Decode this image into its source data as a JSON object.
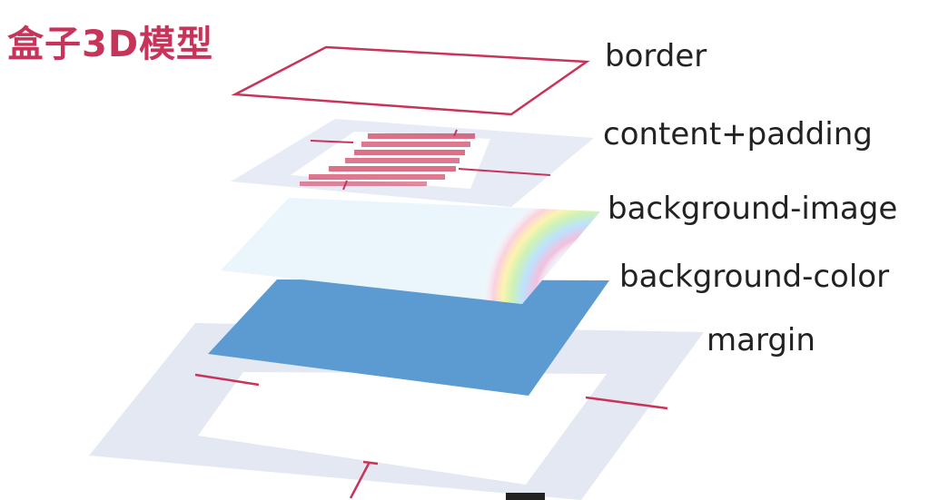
{
  "title": "盒子3D模型",
  "layers": {
    "border": "border",
    "content_padding": "content+padding",
    "background_image": "background-image",
    "background_color": "background-color",
    "margin": "margin"
  },
  "colors": {
    "accent": "#c8335a",
    "margin_fill": "#e3e8f2",
    "padding_fill": "#e6ebf5",
    "bgimage_fill": "#eaf6fc",
    "bgcolor_fill": "#5c9bd1",
    "text": "#222222"
  }
}
